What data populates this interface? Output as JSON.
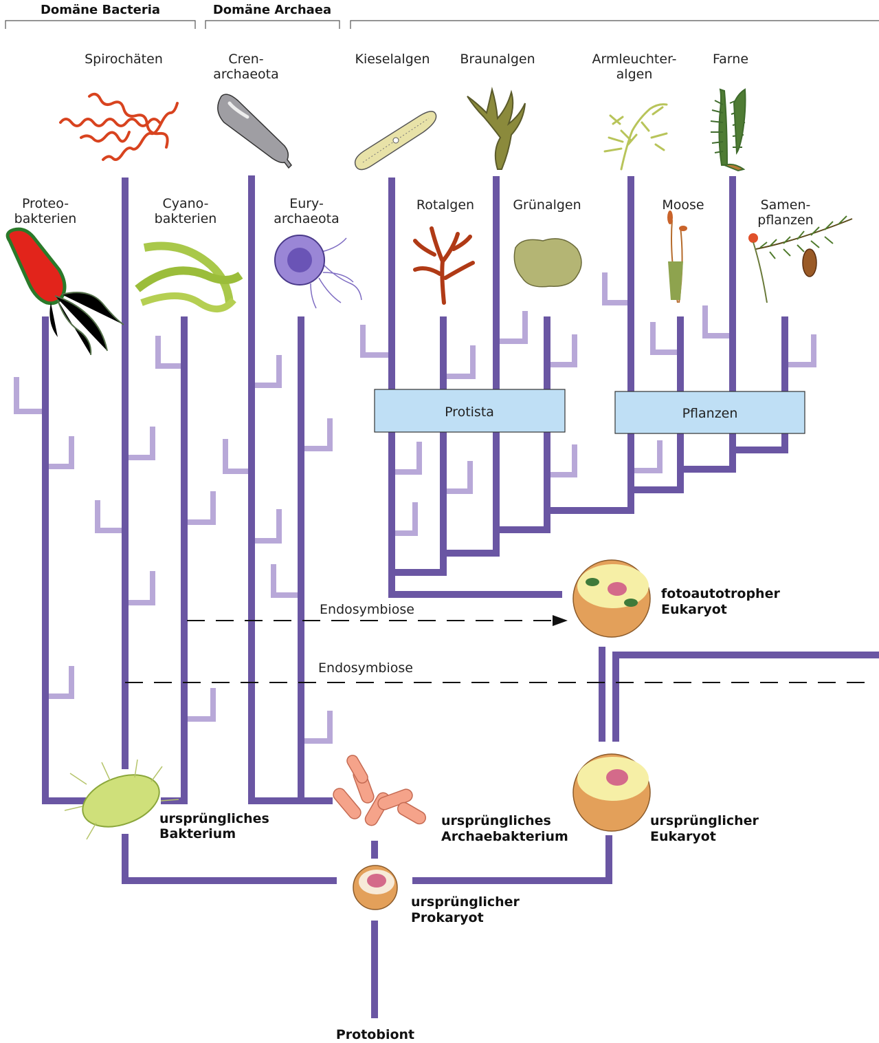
{
  "domains": {
    "bacteria": "Domäne Bacteria",
    "archaea": "Domäne Archaea"
  },
  "taxa": {
    "spirochaeten": "Spirochäten",
    "crenarchaeota": [
      "Cren-",
      "archaeota"
    ],
    "kieselalgen": "Kieselalgen",
    "braunalgen": "Braunalgen",
    "armleuchteralgen": [
      "Armleuchter-",
      "algen"
    ],
    "farne": "Farne",
    "proteobakterien": [
      "Proteo-",
      "bakterien"
    ],
    "cyanobakterien": [
      "Cyano-",
      "bakterien"
    ],
    "euryarchaeota": [
      "Eury-",
      "archaeota"
    ],
    "rotalgen": "Rotalgen",
    "gruenalgen": "Grünalgen",
    "moose": "Moose",
    "samenpflanzen": [
      "Samen-",
      "pflanzen"
    ]
  },
  "groups": {
    "protista": "Protista",
    "pflanzen": "Pflanzen"
  },
  "events": {
    "endosymbiose_upper": "Endosymbiose",
    "endosymbiose_lower": "Endosymbiose"
  },
  "ancestors": {
    "foto_eukaryot": [
      "fotoautotropher",
      "Eukaryot"
    ],
    "eukaryot": [
      "ursprünglicher",
      "Eukaryot"
    ],
    "archaebakterium": [
      "ursprüngliches",
      "Archaebakterium"
    ],
    "bakterium": [
      "ursprüngliches",
      "Bakterium"
    ],
    "prokaryot": [
      "ursprünglicher",
      "Prokaryot"
    ],
    "protobiont": "Protobiont"
  },
  "colors": {
    "lineage": "#6a56a3",
    "extinct_branch": "#b8a8d8",
    "group_box": "#bfdff5"
  }
}
